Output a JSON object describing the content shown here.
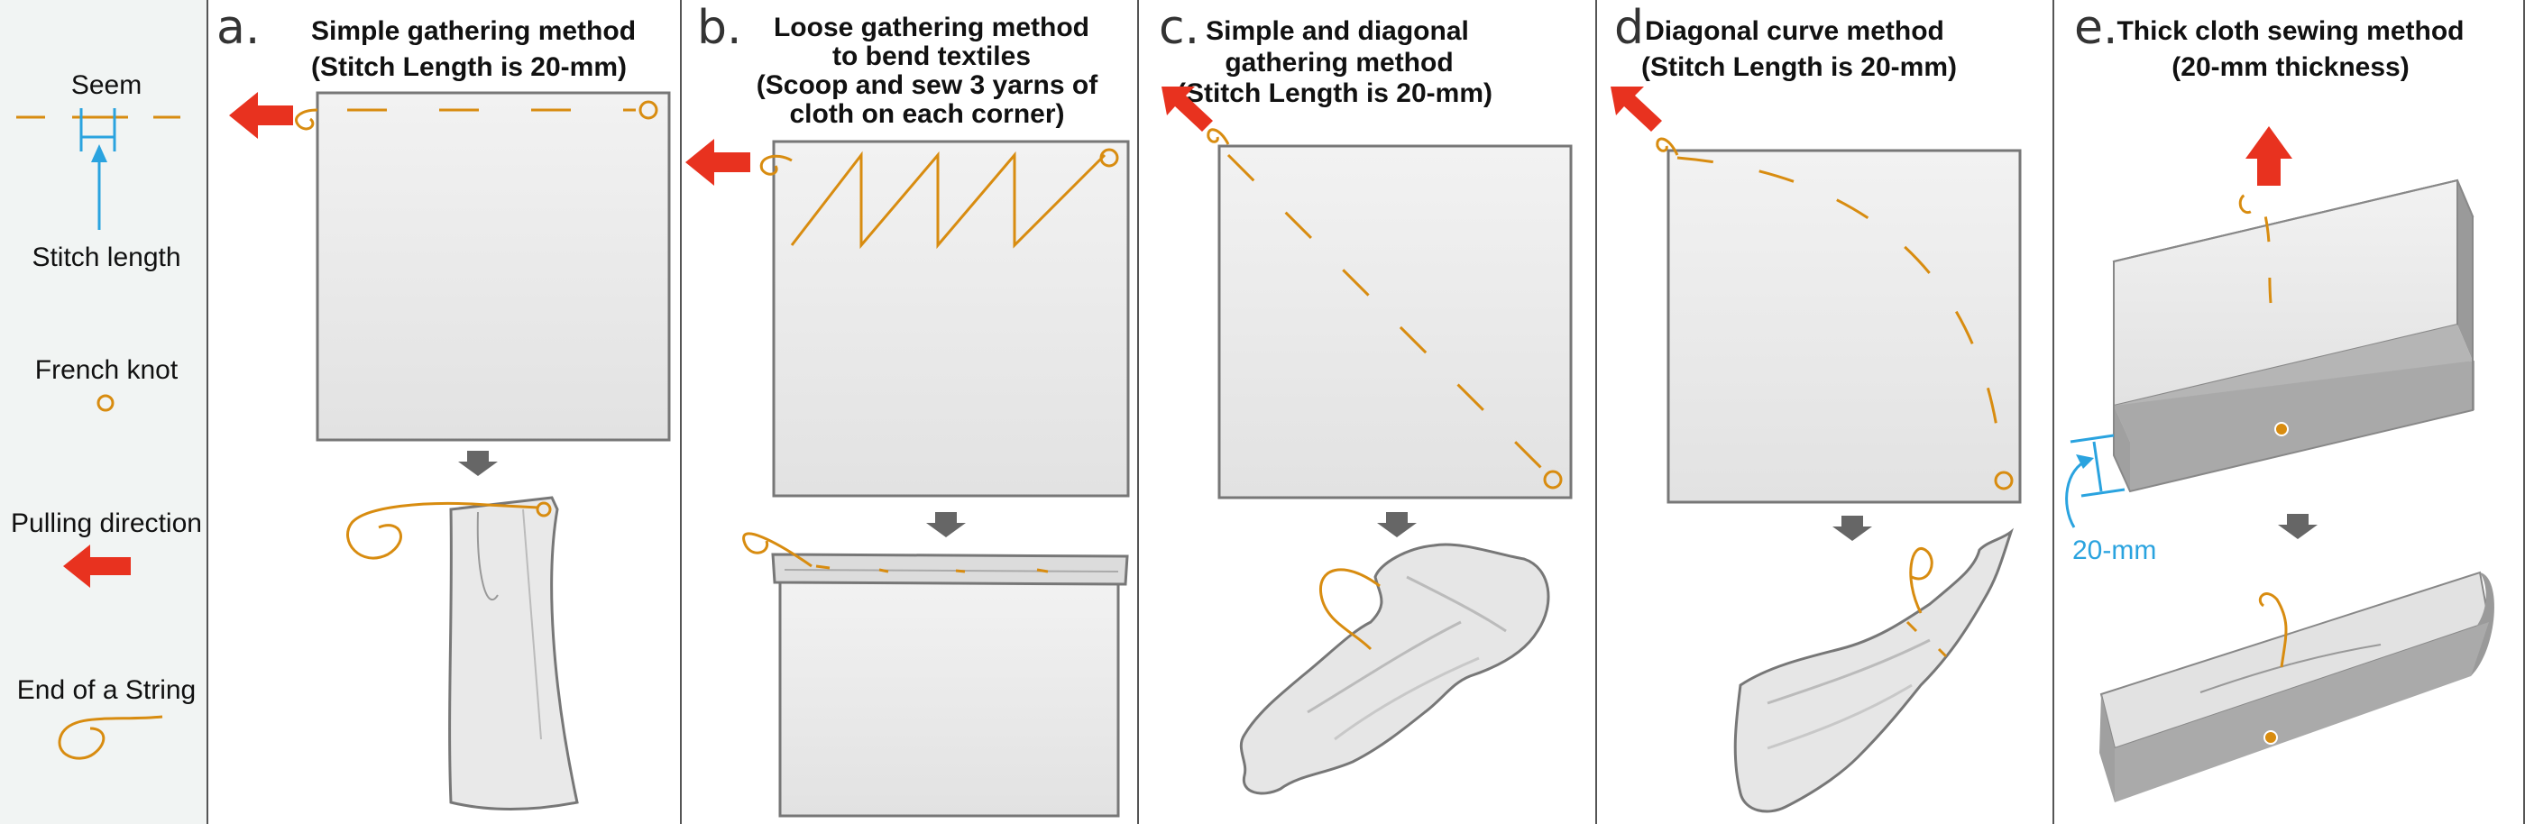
{
  "colors": {
    "thread": "#d88c10",
    "arrow": "#e8321f",
    "measure": "#2aa3df",
    "cloth_fill": "#ededed",
    "cloth_stroke": "#777777",
    "legend_bg": "#f1f4f3",
    "small_arrow": "#666666"
  },
  "legend": {
    "seem": "Seem",
    "stitch_length": "Stitch length",
    "french_knot": "French knot",
    "pulling_direction": "Pulling direction",
    "end_of_string": "End of a String"
  },
  "panels": [
    {
      "letter": "a.",
      "title_lines": [
        "Simple gathering method",
        "(Stitch Length is 20-mm)"
      ]
    },
    {
      "letter": "b.",
      "title_lines": [
        "Loose gathering method",
        "to bend textiles",
        "(Scoop and sew 3 yarns of",
        "cloth on each corner)"
      ]
    },
    {
      "letter": "c.",
      "title_lines": [
        "Simple and diagonal",
        "gathering method",
        "(Stitch Length is 20-mm)"
      ]
    },
    {
      "letter": "d",
      "title_lines": [
        "Diagonal curve method",
        "(Stitch Length is 20-mm)"
      ]
    },
    {
      "letter": "e.",
      "title_lines": [
        "Thick cloth sewing method",
        "(20-mm thickness)"
      ]
    }
  ],
  "thickness_label": "20-mm"
}
